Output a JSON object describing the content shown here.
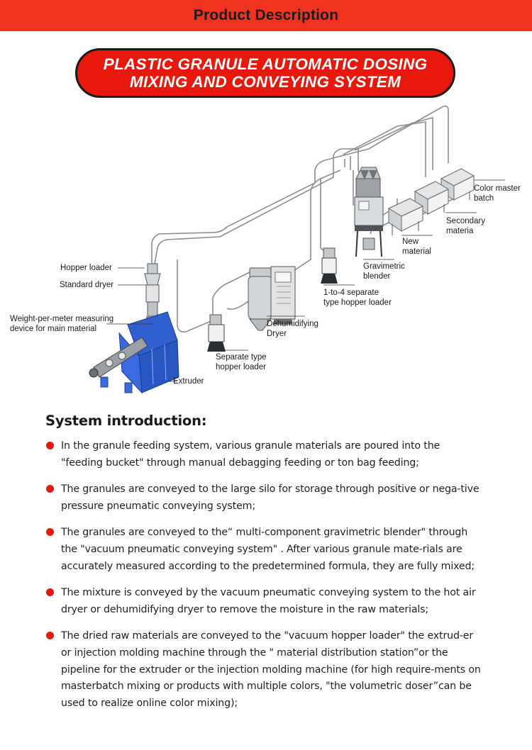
{
  "header": {
    "title": "Product Description"
  },
  "banner": {
    "line1": "PLASTIC GRANULE AUTOMATIC DOSING",
    "line2": "MIXING AND CONVEYING SYSTEM"
  },
  "diagram": {
    "labels": {
      "hopper_loader": "Hopper loader",
      "standard_dryer": "Standard dryer",
      "weight_meter_1": "Weight-per-meter measuring",
      "weight_meter_2": "device for main material",
      "extruder": "Extruder",
      "separate_hopper_1": "Separate type",
      "separate_hopper_2": "hopper loader",
      "dehumidifying_1": "Dehumidifying",
      "dehumidifying_2": "Dryer",
      "one_to_four_1": "1-to-4 separate",
      "one_to_four_2": "type hopper loader",
      "gravimetric_1": "Gravimetric",
      "gravimetric_2": "blender",
      "new_material_1": "New",
      "new_material_2": "material",
      "secondary_1": "Secondary",
      "secondary_2": "materia",
      "color_master_1": "Color master",
      "color_master_2": "batch"
    },
    "colors": {
      "extruder_blue": "#2f5fd0",
      "machine_grey": "#b5b8bb",
      "pipe_grey": "#8a8d90"
    }
  },
  "intro": {
    "title": "System introduction:",
    "bullets": [
      "In the granule feeding system, various granule materials are poured into the \"feeding bucket\" through manual debagging feeding or ton bag feeding;",
      "The granules are conveyed to the large silo for storage through positive or nega-tive pressure pneumatic conveying system;",
      "The granules are conveyed to the“ multi-component gravimetric blender\" through the \"vacuum pneumatic conveying system\" . After various granule mate-rials are accurately measured according to the predetermined formula, they are fully mixed;",
      "The mixture is conveyed by the vacuum pneumatic conveying system to the hot air dryer or dehumidifying dryer to remove the moisture in the raw materials;",
      "The dried raw materials are conveyed to the \"vacuum hopper loader\" the extrud-er or injection molding machine through the \" material distribution station”or the pipeline for the extruder or the injection molding machine (for high require-ments on masterbatch mixing or products with multiple colors, \"the volumetric doser”can be used to realize online color mixing);"
    ],
    "bullet_color": "#e8180c"
  }
}
